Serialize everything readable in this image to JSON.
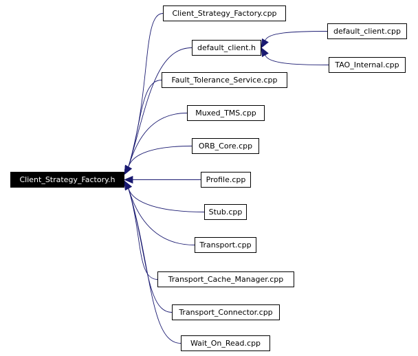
{
  "graph": {
    "root": {
      "id": "root",
      "label": "Client_Strategy_Factory.h"
    },
    "nodes": [
      {
        "id": "n_csf_cpp",
        "label": "Client_Strategy_Factory.cpp"
      },
      {
        "id": "n_default_h",
        "label": "default_client.h"
      },
      {
        "id": "n_default_cpp",
        "label": "default_client.cpp"
      },
      {
        "id": "n_tao_internal",
        "label": "TAO_Internal.cpp"
      },
      {
        "id": "n_ft_service",
        "label": "Fault_Tolerance_Service.cpp"
      },
      {
        "id": "n_muxed_tms",
        "label": "Muxed_TMS.cpp"
      },
      {
        "id": "n_orb_core",
        "label": "ORB_Core.cpp"
      },
      {
        "id": "n_profile",
        "label": "Profile.cpp"
      },
      {
        "id": "n_stub",
        "label": "Stub.cpp"
      },
      {
        "id": "n_transport",
        "label": "Transport.cpp"
      },
      {
        "id": "n_tcm",
        "label": "Transport_Cache_Manager.cpp"
      },
      {
        "id": "n_tconn",
        "label": "Transport_Connector.cpp"
      },
      {
        "id": "n_wait_read",
        "label": "Wait_On_Read.cpp"
      }
    ],
    "edges": [
      {
        "from": "n_csf_cpp",
        "to": "root"
      },
      {
        "from": "n_default_h",
        "to": "root"
      },
      {
        "from": "n_ft_service",
        "to": "root"
      },
      {
        "from": "n_muxed_tms",
        "to": "root"
      },
      {
        "from": "n_orb_core",
        "to": "root"
      },
      {
        "from": "n_profile",
        "to": "root"
      },
      {
        "from": "n_stub",
        "to": "root"
      },
      {
        "from": "n_transport",
        "to": "root"
      },
      {
        "from": "n_tcm",
        "to": "root"
      },
      {
        "from": "n_tconn",
        "to": "root"
      },
      {
        "from": "n_wait_read",
        "to": "root"
      },
      {
        "from": "n_default_cpp",
        "to": "n_default_h"
      },
      {
        "from": "n_tao_internal",
        "to": "n_default_h"
      }
    ]
  },
  "colors": {
    "edge": "#191970",
    "arrowhead": "#191970",
    "node_border": "#000000",
    "root_fill": "#000000",
    "root_text": "#ffffff"
  }
}
